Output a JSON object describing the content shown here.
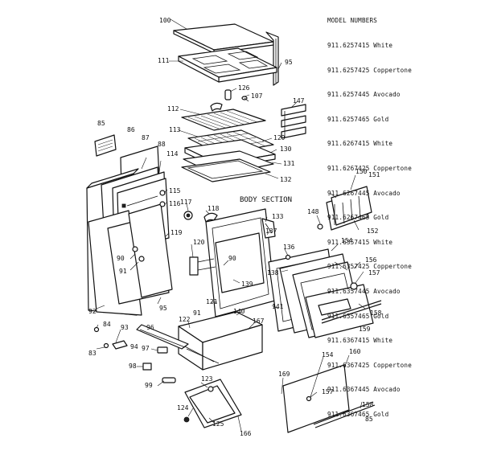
{
  "model_list": {
    "heading": "MODEL NUMBERS",
    "rows": [
      "911.6257415 White",
      "911.6257425 Coppertone",
      "911.6257445 Avocado",
      "911.6257465 Gold",
      "911.6267415 White",
      "911.6267425 Coppertone",
      "911.6267445 Avocado",
      "911.6267465 Gold",
      "911.6357415 White",
      "911.6357425 Coppertone",
      "911.6357445 Avocado",
      "911.6357465 Gold",
      "911.6367415 White",
      "911.6367425 Coppertone",
      "911.6367445 Avocado",
      "911.6367465 Gold"
    ]
  },
  "section_label": "BODY SECTION",
  "callouts": {
    "c100": "100",
    "c111": "111",
    "c95a": "95",
    "c126": "126",
    "c107": "107",
    "c147": "147",
    "c112": "112",
    "c85a": "85",
    "c86": "86",
    "c113": "113",
    "c87": "87",
    "c88": "88",
    "c129": "129",
    "c130": "130",
    "c114": "114",
    "c131": "131",
    "c132": "132",
    "c115": "115",
    "c116": "116",
    "c117": "117",
    "c118": "118",
    "c150": "150",
    "c151": "151",
    "c133": "133",
    "c148": "148",
    "c152": "152",
    "c119": "119",
    "c120": "120",
    "c137": "137",
    "c136": "136",
    "c154a": "154",
    "c90a": "90",
    "c90b": "90",
    "c91a": "91",
    "c138": "138",
    "c156": "156",
    "c139": "139",
    "c157a": "157",
    "c95b": "95",
    "c121": "121",
    "c141": "141",
    "c158a": "158",
    "c92": "92",
    "c140": "140",
    "c91b": "91",
    "c122": "122",
    "c167": "167",
    "c159": "159",
    "c84": "84",
    "c93": "93",
    "c96": "96",
    "c97": "97",
    "c83": "83",
    "c94": "94",
    "c98": "98",
    "c154b": "154",
    "c160": "160",
    "c169": "169",
    "c123": "123",
    "c99": "99",
    "c157b": "157",
    "c124": "124",
    "c158b": "158",
    "c125": "125",
    "c166": "166",
    "c85b": "85"
  }
}
